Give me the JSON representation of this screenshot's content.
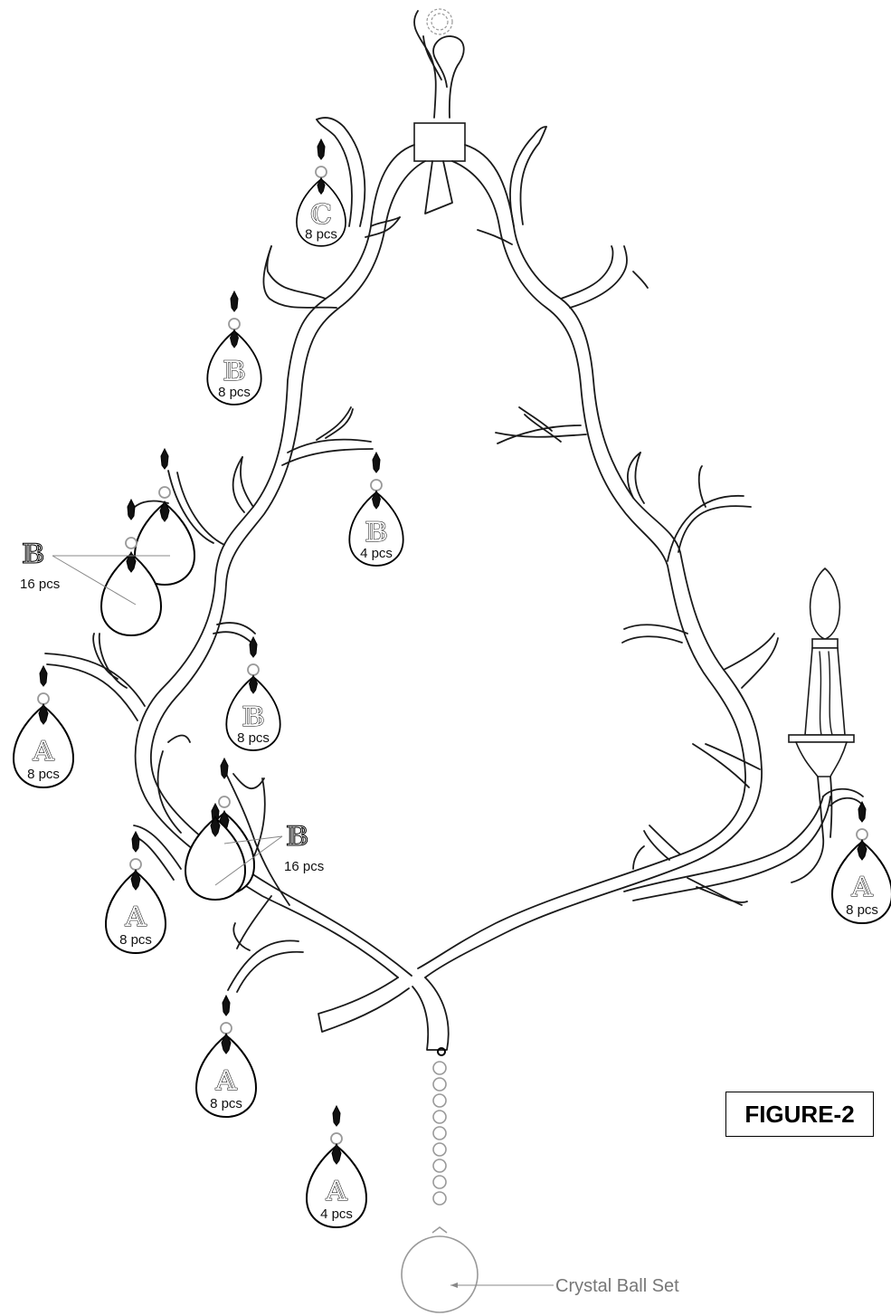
{
  "figure_label": "FIGURE-2",
  "crystal_ball_label": "Crystal Ball Set",
  "drops": [
    {
      "letter": "ℂ",
      "qty": "8 pcs"
    },
    {
      "letter": "𝔹",
      "qty": "8 pcs"
    },
    {
      "letter": "𝔹",
      "qty": "4 pcs"
    },
    {
      "letter": "𝔹",
      "qty": "8 pcs"
    },
    {
      "letter": "𝔸",
      "qty": "8 pcs"
    },
    {
      "letter": "𝔸",
      "qty": "8 pcs"
    },
    {
      "letter": "𝔸",
      "qty": "8 pcs"
    },
    {
      "letter": "𝔸",
      "qty": "4 pcs"
    },
    {
      "letter": "𝔸",
      "qty": "8 pcs"
    }
  ],
  "callouts": [
    {
      "letter": "𝔹",
      "qty": "16 pcs"
    },
    {
      "letter": "𝔹",
      "qty": "16 pcs"
    }
  ]
}
